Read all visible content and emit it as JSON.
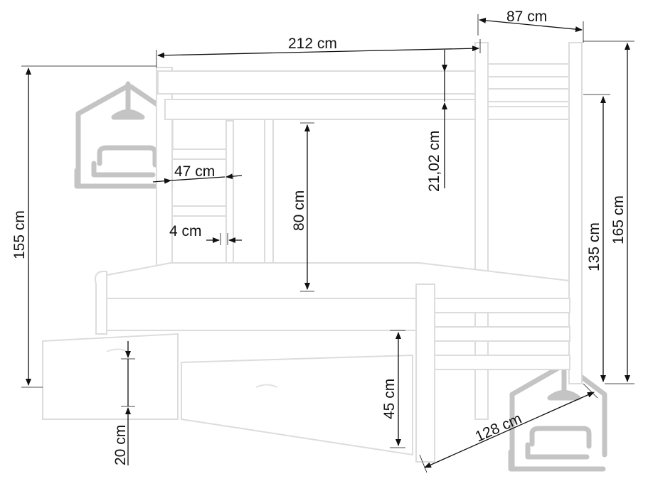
{
  "title": "Bunk bed with pull-out bed and drawers - dimensions",
  "dimensions": {
    "total_length": "212 cm",
    "total_depth": "87 cm",
    "left_height": "155 cm",
    "total_height": "165 cm",
    "right_height": "135 cm",
    "top_rail": "21,02 cm",
    "clearance": "80 cm",
    "ladder_width": "47 cm",
    "ladder_rung": "4 cm",
    "lower_bed_height": "45 cm",
    "drawer_height": "20 cm",
    "lower_bed_width": "128 cm"
  },
  "colors": {
    "line": "#111111",
    "bed_edge": "#dcdcdc",
    "logo": "#c4c4c4"
  }
}
